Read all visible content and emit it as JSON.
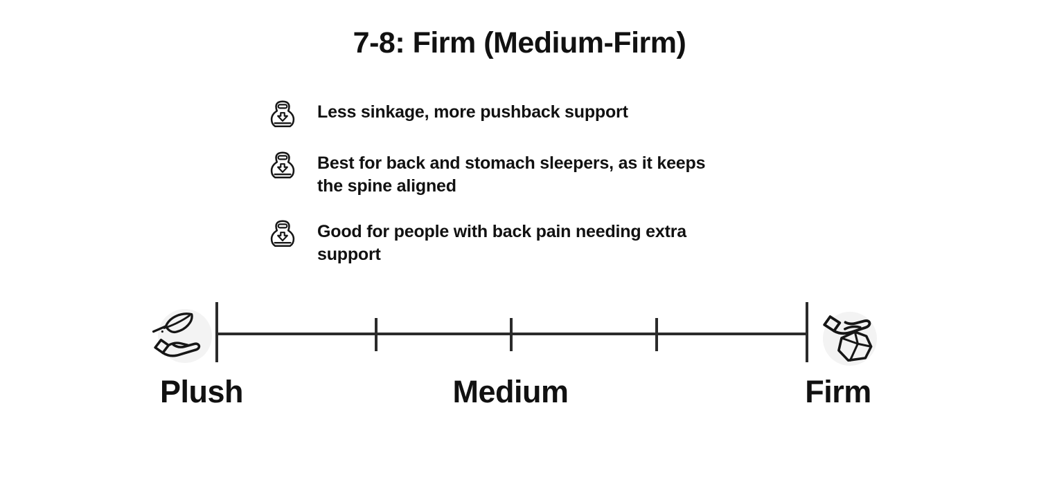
{
  "title": "7-8: Firm (Medium-Firm)",
  "features": [
    {
      "icon": "kettlebell-down-arrow-icon",
      "text": "Less sinkage, more pushback support"
    },
    {
      "icon": "kettlebell-down-arrow-icon",
      "text": "Best for back and stomach sleepers, as it keeps\nthe spine aligned"
    },
    {
      "icon": "kettlebell-down-arrow-icon",
      "text": "Good for people with back pain needing extra\nsupport"
    }
  ],
  "scale": {
    "labels": {
      "left": "Plush",
      "middle": "Medium",
      "right": "Firm"
    },
    "left_icon": "hand-holding-feather-icon",
    "right_icon": "hand-on-rock-icon",
    "end_tick_count": 2,
    "minor_tick_count": 3
  },
  "colors": {
    "bg": "#ffffff",
    "text": "#111111",
    "line": "#2b2b2b",
    "icon_circle": "#f3f3f3"
  }
}
